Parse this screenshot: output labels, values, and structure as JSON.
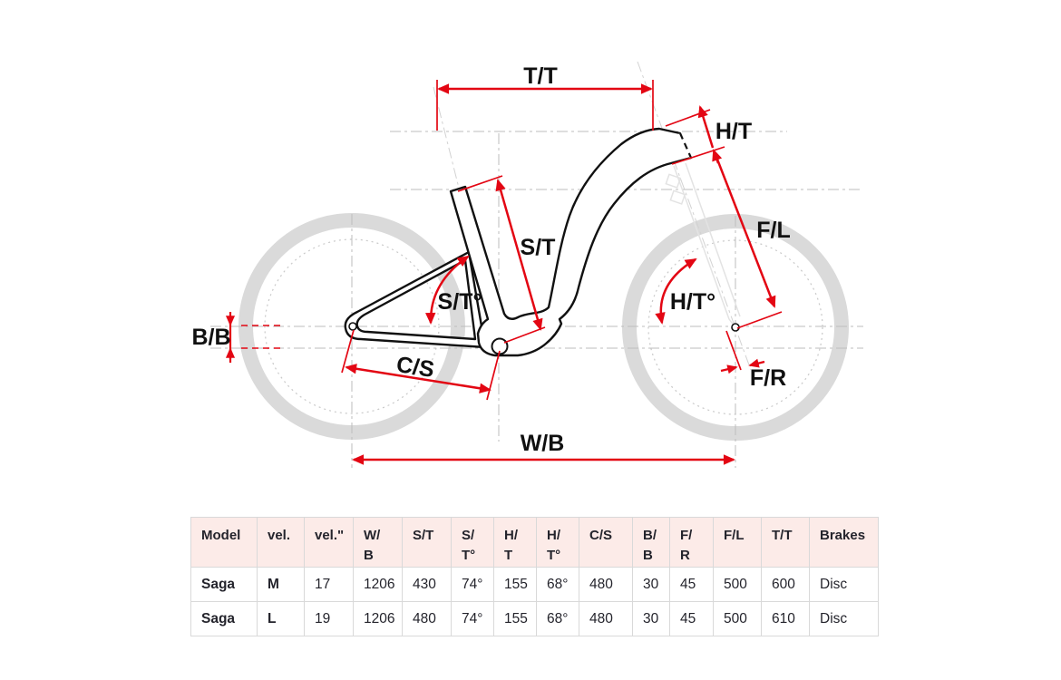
{
  "diagram": {
    "labels": {
      "tt": "T/T",
      "ht": "H/T",
      "fl": "F/L",
      "hta": "H/T°",
      "fr": "F/R",
      "st": "S/T",
      "sta": "S/T°",
      "cs": "C/S",
      "bb": "B/B",
      "wb": "W/B"
    }
  },
  "table": {
    "headers": [
      "Model",
      "vel.",
      "vel.\"",
      "W/\nB",
      "S/T",
      "S/\nT°",
      "H/\nT",
      "H/\nT°",
      "C/S",
      "B/\nB",
      "F/\nR",
      "F/L",
      "T/T",
      "Brakes"
    ],
    "rows": [
      {
        "cells": [
          "Saga",
          "M",
          "17",
          "1206",
          "430",
          "74°",
          "155",
          "68°",
          "480",
          "30",
          "45",
          "500",
          "600",
          "Disc"
        ]
      },
      {
        "cells": [
          "Saga",
          "L",
          "19",
          "1206",
          "480",
          "74°",
          "155",
          "68°",
          "480",
          "30",
          "45",
          "500",
          "610",
          "Disc"
        ]
      }
    ]
  },
  "colors": {
    "dimension_red": "#e30613",
    "frame_black": "#111111",
    "wheel_gray": "#dadada",
    "guide_gray": "#bdbdbd",
    "table_header_pink": "#fcebe8",
    "table_border": "#d9d9d9",
    "text_dark": "#24242c"
  }
}
